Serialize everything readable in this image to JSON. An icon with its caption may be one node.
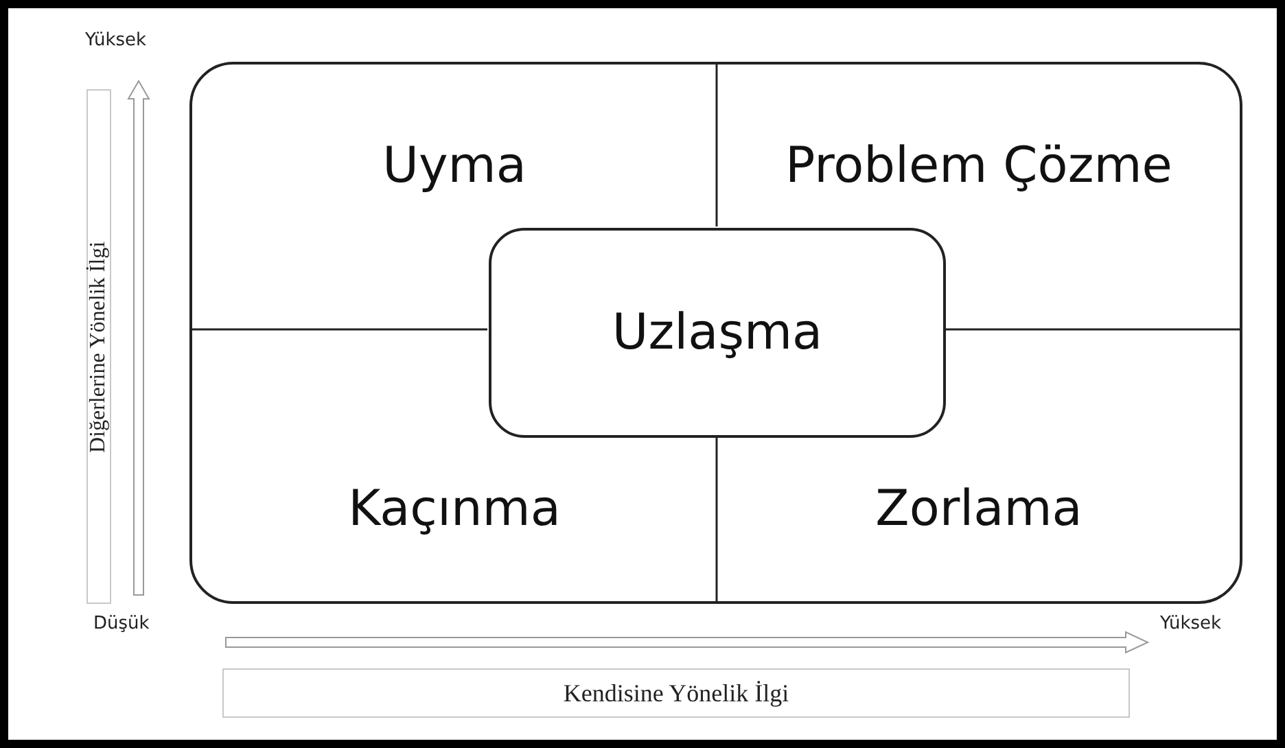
{
  "diagram": {
    "nodes": [
      {
        "text": [],
        "shape": "box"
      },
      {
        "text": [
          "Uyma"
        ],
        "in": 0
      },
      {
        "text": [
          "Problem Çözme"
        ],
        "in": 0
      },
      {
        "text": [
          "Kaçınma"
        ],
        "in": 0
      },
      {
        "text": [
          "Zorlama"
        ],
        "in": 0
      },
      {
        "text": [
          "Uzlaşma"
        ],
        "in": 0
      },
      {
        "text": [
          "Diğerlerine Yönelik İlgi"
        ]
      },
      {
        "text": [
          "Kendisine Yönelik İlgi"
        ]
      }
    ],
    "edges": [],
    "labels": [
      "Yüksek",
      "Düşük",
      "Yüksek"
    ]
  }
}
